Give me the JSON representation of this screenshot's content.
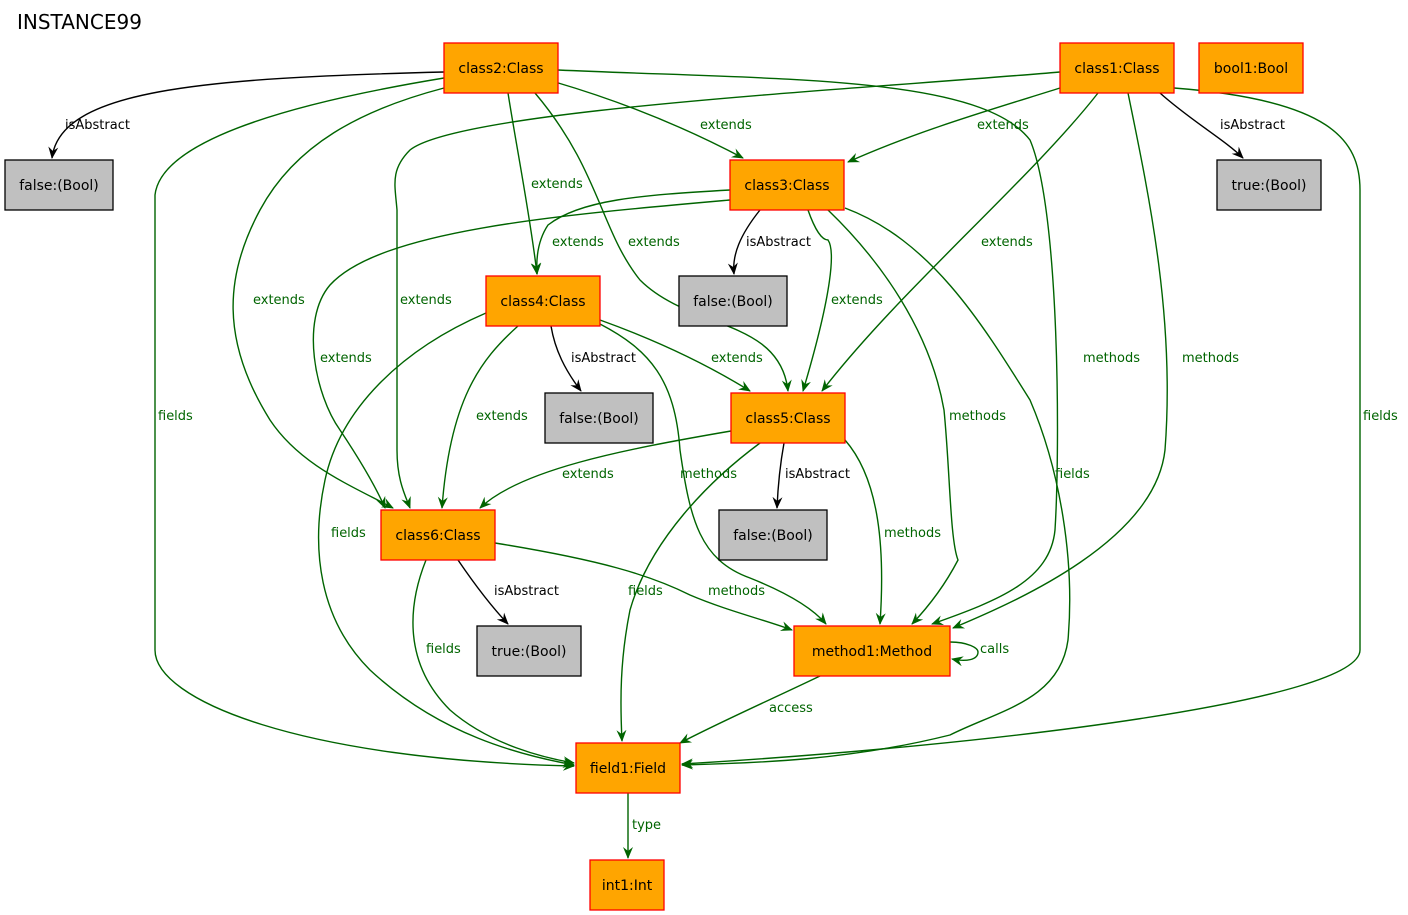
{
  "title": "INSTANCE99",
  "colors": {
    "object_fill": "#ffa500",
    "object_stroke": "#ff0000",
    "value_fill": "#c0c0c0",
    "value_stroke": "#000000",
    "relation_edge": "#006400",
    "value_edge": "#000000"
  },
  "nodes": [
    {
      "id": "class2",
      "label": "class2:Class",
      "kind": "object"
    },
    {
      "id": "class1",
      "label": "class1:Class",
      "kind": "object"
    },
    {
      "id": "bool1",
      "label": "bool1:Bool",
      "kind": "object"
    },
    {
      "id": "false1",
      "label": "false:(Bool)",
      "kind": "value"
    },
    {
      "id": "class3",
      "label": "class3:Class",
      "kind": "object"
    },
    {
      "id": "true1",
      "label": "true:(Bool)",
      "kind": "value"
    },
    {
      "id": "false2",
      "label": "false:(Bool)",
      "kind": "value"
    },
    {
      "id": "class4",
      "label": "class4:Class",
      "kind": "object"
    },
    {
      "id": "false3",
      "label": "false:(Bool)",
      "kind": "value"
    },
    {
      "id": "class5",
      "label": "class5:Class",
      "kind": "object"
    },
    {
      "id": "false4",
      "label": "false:(Bool)",
      "kind": "value"
    },
    {
      "id": "class6",
      "label": "class6:Class",
      "kind": "object"
    },
    {
      "id": "true2",
      "label": "true:(Bool)",
      "kind": "value"
    },
    {
      "id": "method1",
      "label": "method1:Method",
      "kind": "object"
    },
    {
      "id": "field1",
      "label": "field1:Field",
      "kind": "object"
    },
    {
      "id": "int1",
      "label": "int1:Int",
      "kind": "object"
    }
  ],
  "edges": [
    {
      "id": "e1",
      "from": "class2",
      "to": "false1",
      "label": "isAbstract",
      "kind": "value"
    },
    {
      "id": "e2",
      "from": "class2",
      "to": "class3",
      "label": "extends",
      "kind": "relation"
    },
    {
      "id": "e3",
      "from": "class2",
      "to": "class4",
      "label": "extends",
      "kind": "relation"
    },
    {
      "id": "e4",
      "from": "class2",
      "to": "class5",
      "label": "extends",
      "kind": "relation"
    },
    {
      "id": "e5",
      "from": "class2",
      "to": "class6",
      "label": "extends",
      "kind": "relation"
    },
    {
      "id": "e6",
      "from": "class2",
      "to": "field1",
      "label": "fields",
      "kind": "relation"
    },
    {
      "id": "e7",
      "from": "class2",
      "to": "method1",
      "label": "methods",
      "kind": "relation"
    },
    {
      "id": "e8",
      "from": "class1",
      "to": "class3",
      "label": "extends",
      "kind": "relation"
    },
    {
      "id": "e9",
      "from": "class1",
      "to": "true1",
      "label": "isAbstract",
      "kind": "value"
    },
    {
      "id": "e10",
      "from": "class1",
      "to": "class5",
      "label": "extends",
      "kind": "relation"
    },
    {
      "id": "e11",
      "from": "class1",
      "to": "class6",
      "label": "extends",
      "kind": "relation"
    },
    {
      "id": "e12",
      "from": "class1",
      "to": "method1",
      "label": "methods",
      "kind": "relation"
    },
    {
      "id": "e13",
      "from": "class1",
      "to": "field1",
      "label": "fields",
      "kind": "relation"
    },
    {
      "id": "e14",
      "from": "class3",
      "to": "class4",
      "label": "extends",
      "kind": "relation"
    },
    {
      "id": "e15",
      "from": "class3",
      "to": "false2",
      "label": "isAbstract",
      "kind": "value"
    },
    {
      "id": "e16",
      "from": "class3",
      "to": "class5",
      "label": "extends",
      "kind": "relation"
    },
    {
      "id": "e17",
      "from": "class3",
      "to": "class6",
      "label": "extends",
      "kind": "relation"
    },
    {
      "id": "e18",
      "from": "class3",
      "to": "method1",
      "label": "methods",
      "kind": "relation"
    },
    {
      "id": "e19",
      "from": "class3",
      "to": "field1",
      "label": "fields",
      "kind": "relation"
    },
    {
      "id": "e20",
      "from": "class4",
      "to": "false3",
      "label": "isAbstract",
      "kind": "value"
    },
    {
      "id": "e21",
      "from": "class4",
      "to": "class5",
      "label": "extends",
      "kind": "relation"
    },
    {
      "id": "e22",
      "from": "class4",
      "to": "class6",
      "label": "extends",
      "kind": "relation"
    },
    {
      "id": "e23",
      "from": "class4",
      "to": "method1",
      "label": "methods",
      "kind": "relation"
    },
    {
      "id": "e24",
      "from": "class4",
      "to": "field1",
      "label": "fields",
      "kind": "relation"
    },
    {
      "id": "e25",
      "from": "class5",
      "to": "false4",
      "label": "isAbstract",
      "kind": "value"
    },
    {
      "id": "e26",
      "from": "class5",
      "to": "class6",
      "label": "extends",
      "kind": "relation"
    },
    {
      "id": "e27",
      "from": "class5",
      "to": "method1",
      "label": "methods",
      "kind": "relation"
    },
    {
      "id": "e28",
      "from": "class5",
      "to": "field1",
      "label": "fields",
      "kind": "relation"
    },
    {
      "id": "e29",
      "from": "class6",
      "to": "true2",
      "label": "isAbstract",
      "kind": "value"
    },
    {
      "id": "e30",
      "from": "class6",
      "to": "method1",
      "label": "methods",
      "kind": "relation"
    },
    {
      "id": "e31",
      "from": "class6",
      "to": "field1",
      "label": "fields",
      "kind": "relation"
    },
    {
      "id": "e32",
      "from": "method1",
      "to": "method1",
      "label": "calls",
      "kind": "relation"
    },
    {
      "id": "e33",
      "from": "method1",
      "to": "field1",
      "label": "access",
      "kind": "relation"
    },
    {
      "id": "e34",
      "from": "field1",
      "to": "int1",
      "label": "type",
      "kind": "relation"
    }
  ]
}
